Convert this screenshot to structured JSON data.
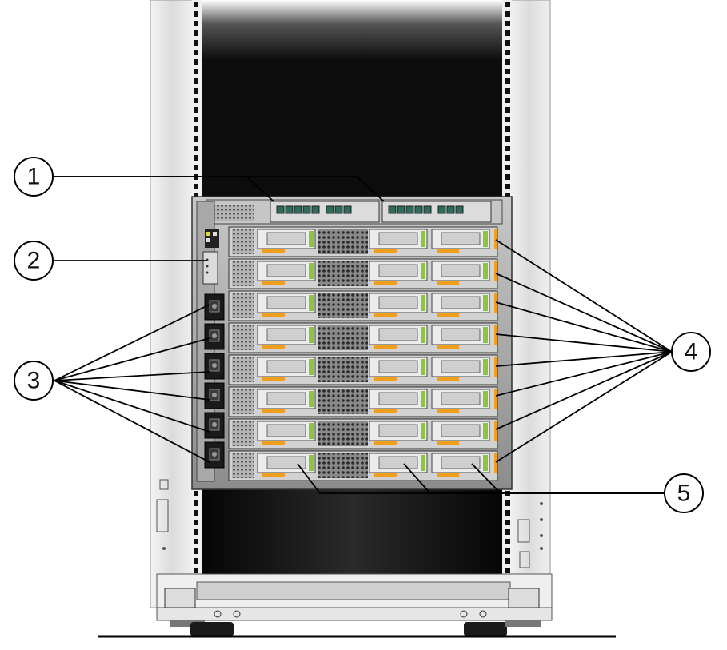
{
  "callouts": [
    {
      "id": "1",
      "label": "1"
    },
    {
      "id": "2",
      "label": "2"
    },
    {
      "id": "3",
      "label": "3"
    },
    {
      "id": "4",
      "label": "4"
    },
    {
      "id": "5",
      "label": "5"
    }
  ],
  "colors": {
    "rack_frame": "#e6e6e6",
    "rack_interior": "#0b0b0b",
    "chassis": "#9a9a9a",
    "drive_green": "#8cc63f",
    "drive_orange": "#f0a020",
    "leader_line": "#000000"
  },
  "blade_count": 8
}
